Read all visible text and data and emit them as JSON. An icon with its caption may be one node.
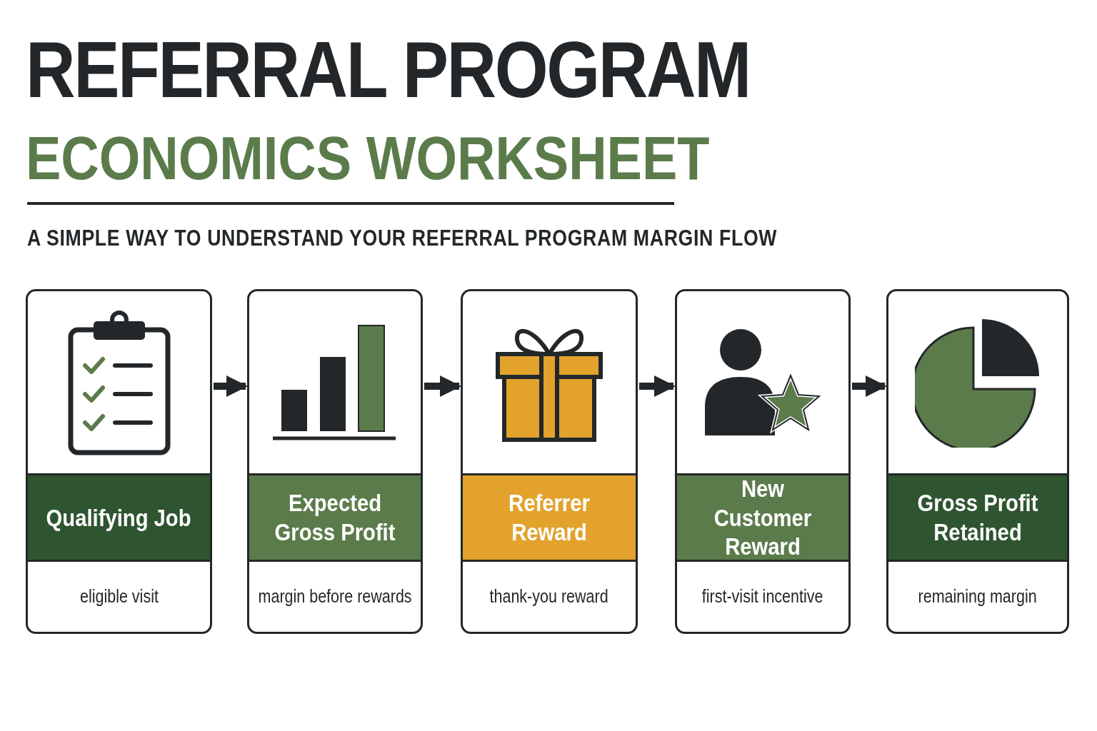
{
  "diagram": {
    "title": "REFERRAL PROGRAM",
    "nodes": [
      {
        "text": [
          "Qualifying Job",
          "eligible visit"
        ]
      },
      {
        "text": [
          "Expected Gross Profit",
          "margin before rewards"
        ]
      },
      {
        "text": [
          "Referrer Reward",
          "thank-you reward"
        ]
      },
      {
        "text": [
          "New Customer Reward",
          "first-visit incentive"
        ]
      },
      {
        "text": [
          "Gross Profit Retained",
          "remaining margin"
        ]
      }
    ],
    "edges": [
      {
        "from": 0,
        "to": 1,
        "arrow": "to"
      },
      {
        "from": 1,
        "to": 2,
        "arrow": "to"
      },
      {
        "from": 2,
        "to": 3,
        "arrow": "to"
      },
      {
        "from": 3,
        "to": 4,
        "arrow": "to"
      }
    ],
    "labels": [
      "ECONOMICS WORKSHEET",
      "A SIMPLE WAY TO UNDERSTAND YOUR REFERRAL PROGRAM MARGIN FLOW"
    ]
  }
}
